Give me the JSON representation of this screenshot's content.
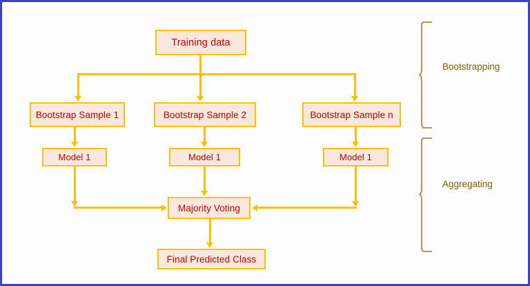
{
  "diagram": {
    "title_present": false,
    "colors": {
      "border_frame": "#3b41c5",
      "node_fill": "#fae7de",
      "node_border": "#ffc000",
      "node_text": "#c00000",
      "connector": "#ffc000",
      "brace": "#b49a54",
      "brace_label": "#7f6000",
      "background": "#fdfdfd"
    },
    "nodes": {
      "training_data": "Training data",
      "bootstrap_sample_1": "Bootstrap Sample 1",
      "bootstrap_sample_2": "Bootstrap Sample 2",
      "bootstrap_sample_n": "Bootstrap Sample n",
      "model_1": "Model 1",
      "model_2": "Model 1",
      "model_n": "Model 1",
      "majority_voting": "Majority Voting",
      "final_predicted_class": "Final Predicted Class"
    },
    "phase_labels": {
      "bootstrapping": "Bootstrapping",
      "aggregating": "Aggregating"
    }
  }
}
